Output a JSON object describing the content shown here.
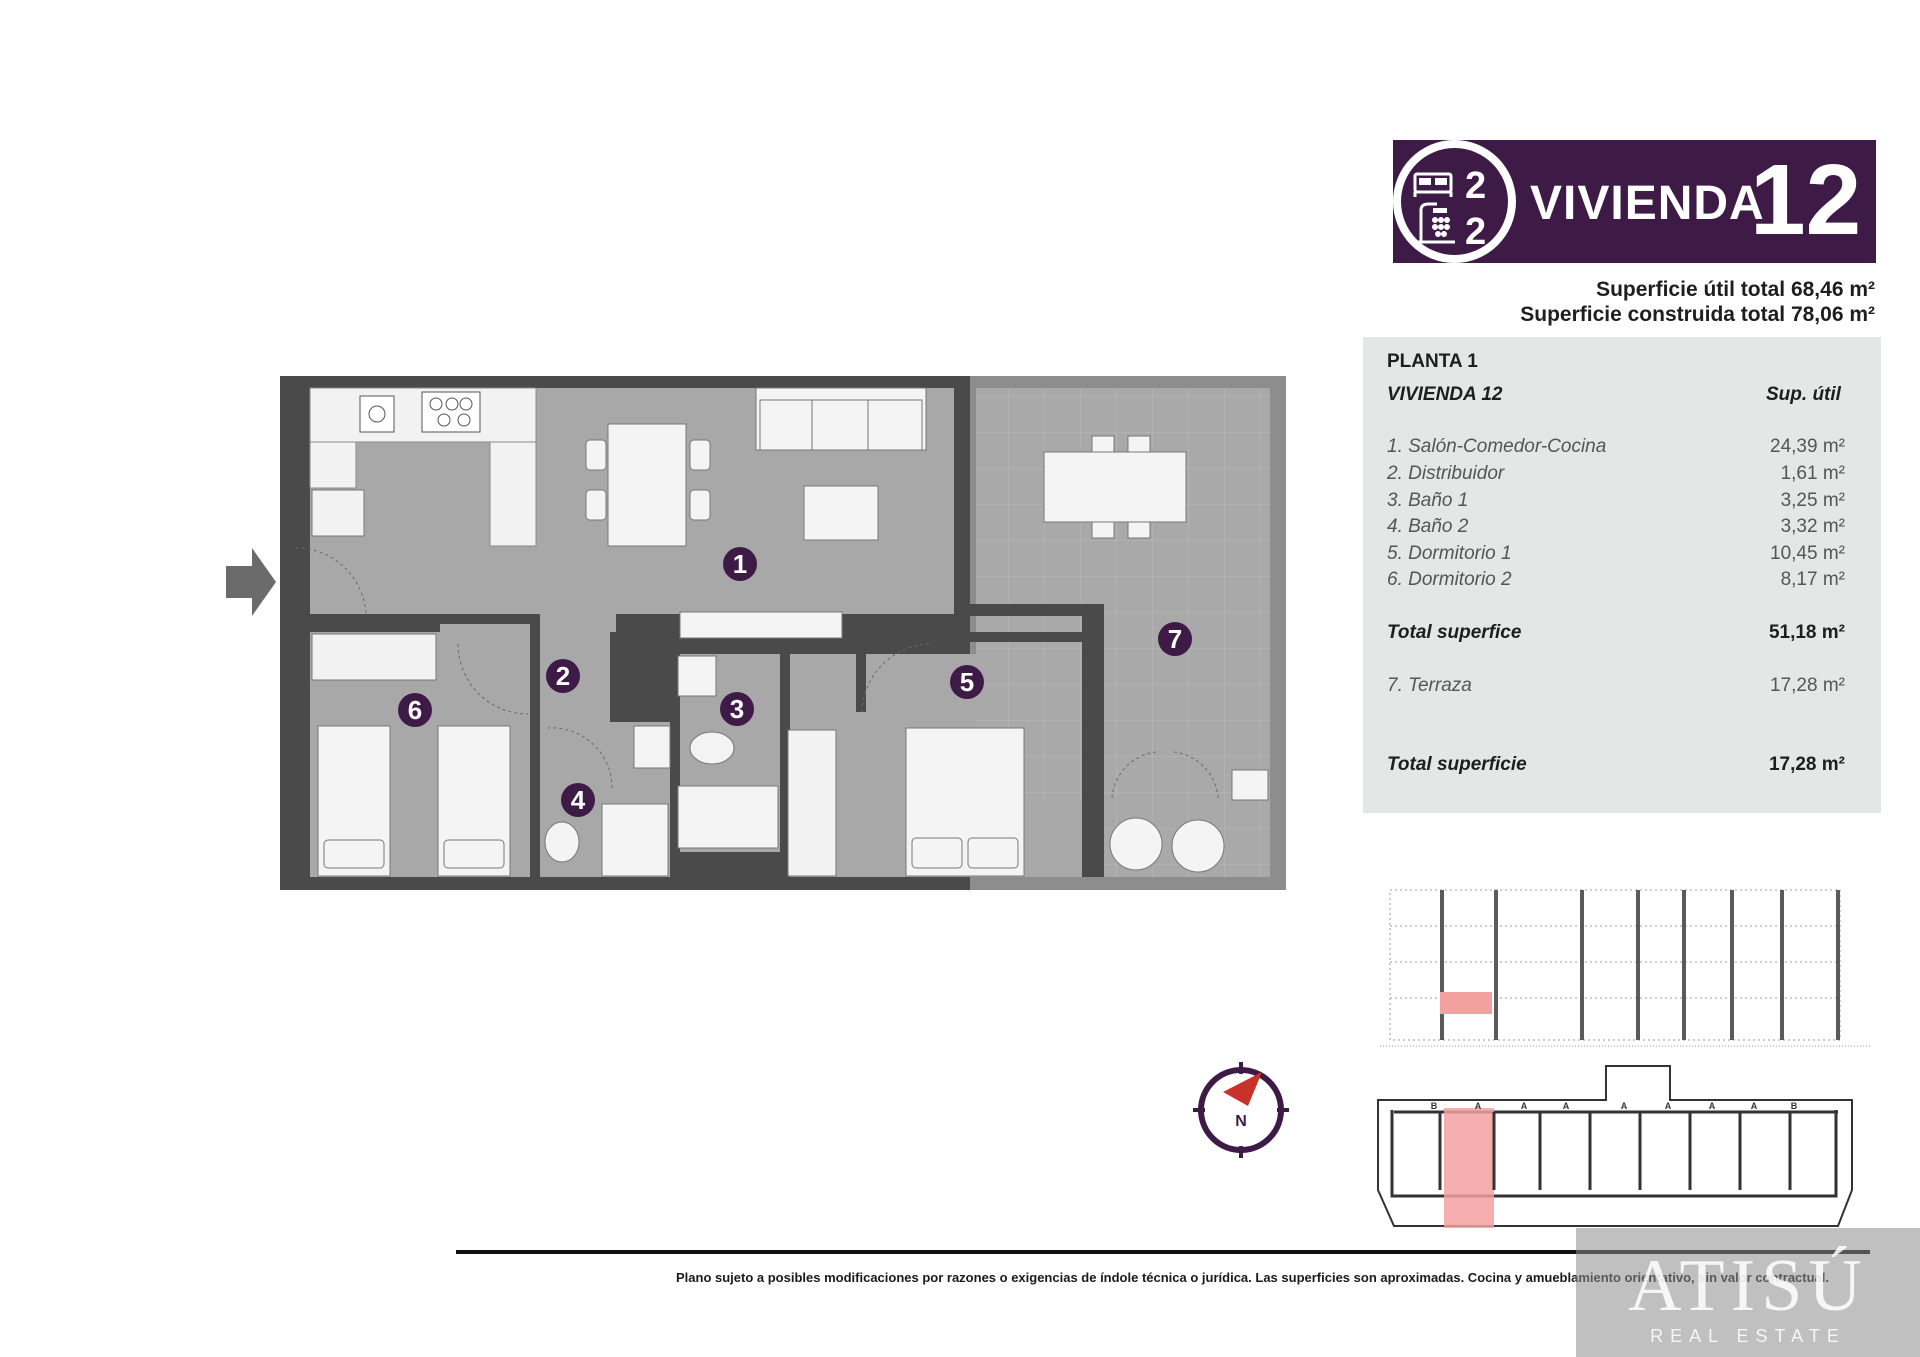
{
  "header": {
    "title": "VIVIENDA",
    "number": "12",
    "bedrooms": "2",
    "bathrooms": "2",
    "surface_useful": "Superficie útil total 68,46 m²",
    "surface_built": "Superficie construida total 78,06 m²"
  },
  "colors": {
    "brand_purple": "#3e1a46",
    "floor_gray": "#a8a8a8",
    "wall_dark": "#4a4a4a",
    "panel_gray": "#e3e7e6",
    "highlight": "#f2a0a0"
  },
  "icons": [
    "bed-icon",
    "shower-icon",
    "compass-icon",
    "entrance-arrow-icon"
  ],
  "table": {
    "floor": "PLANTA 1",
    "unit": "VIVIENDA 12",
    "col_label": "Sup. útil",
    "rooms": [
      {
        "name": "1. Salón-Comedor-Cocina",
        "area": "24,39 m²"
      },
      {
        "name": "2. Distribuidor",
        "area": "1,61 m²"
      },
      {
        "name": "3. Baño 1",
        "area": "3,25 m²"
      },
      {
        "name": "4. Baño 2",
        "area": "3,32 m²"
      },
      {
        "name": "5. Dormitorio 1",
        "area": "10,45 m²"
      },
      {
        "name": "6. Dormitorio 2",
        "area": "8,17 m²"
      }
    ],
    "total_label": "Total superfice",
    "total_value": "51,18 m²",
    "terrace_name": "7. Terraza",
    "terrace_area": "17,28 m²",
    "total2_label": "Total superficie",
    "total2_value": "17,28 m²"
  },
  "plan": {
    "markers": [
      "1",
      "2",
      "3",
      "4",
      "5",
      "6",
      "7"
    ]
  },
  "compass": {
    "label": "N"
  },
  "site_plan": {
    "unit_labels": [
      "B",
      "A",
      "A",
      "A",
      "A",
      "A",
      "A",
      "A",
      "B"
    ]
  },
  "footer": {
    "disclaimer": "Plano sujeto a posibles modificaciones por razones o exigencias de índole técnica o jurídica. Las superficies son aproximadas. Cocina y amueblamiento orientativo, sin valor contractual."
  },
  "watermark": {
    "brand": "ATISÚ",
    "sub": "REAL ESTATE"
  }
}
